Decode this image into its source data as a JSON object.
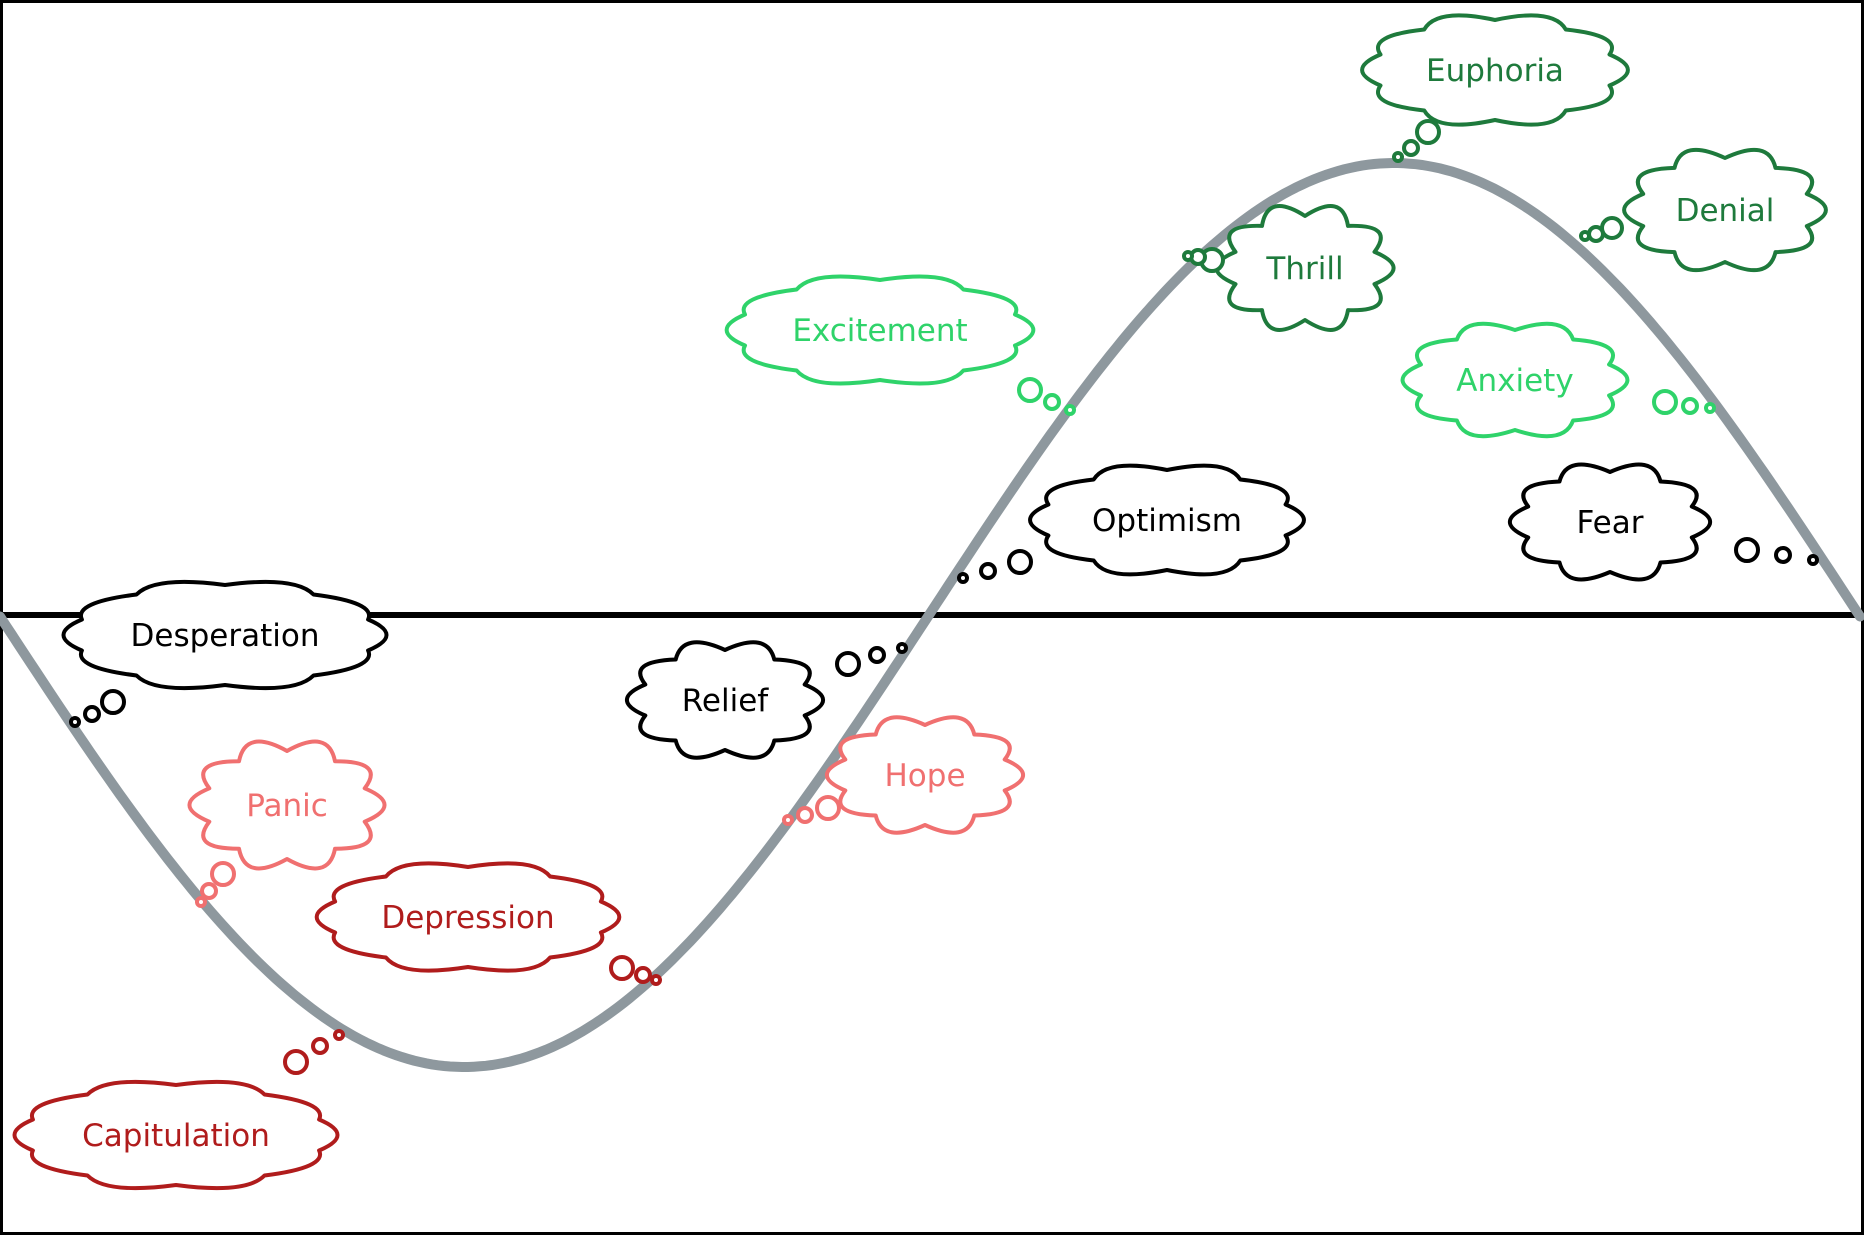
{
  "emotions": [
    {
      "key": "euphoria",
      "label": "Euphoria",
      "color": "#1e7a3c"
    },
    {
      "key": "denial",
      "label": "Denial",
      "color": "#1e7a3c"
    },
    {
      "key": "thrill",
      "label": "Thrill",
      "color": "#1e7a3c"
    },
    {
      "key": "excitement",
      "label": "Excitement",
      "color": "#2fd36a"
    },
    {
      "key": "anxiety",
      "label": "Anxiety",
      "color": "#2fd36a"
    },
    {
      "key": "optimism",
      "label": "Optimism",
      "color": "#000000"
    },
    {
      "key": "fear",
      "label": "Fear",
      "color": "#000000"
    },
    {
      "key": "desperation",
      "label": "Desperation",
      "color": "#000000"
    },
    {
      "key": "relief",
      "label": "Relief",
      "color": "#000000"
    },
    {
      "key": "panic",
      "label": "Panic",
      "color": "#f07070"
    },
    {
      "key": "hope",
      "label": "Hope",
      "color": "#f07070"
    },
    {
      "key": "depression",
      "label": "Depression",
      "color": "#b01c1c"
    },
    {
      "key": "capitulation",
      "label": "Capitulation",
      "color": "#b01c1c"
    }
  ],
  "colors": {
    "curve": "#8e989e",
    "baseline": "#000000",
    "frame": "#000000",
    "background": "#ffffff"
  }
}
